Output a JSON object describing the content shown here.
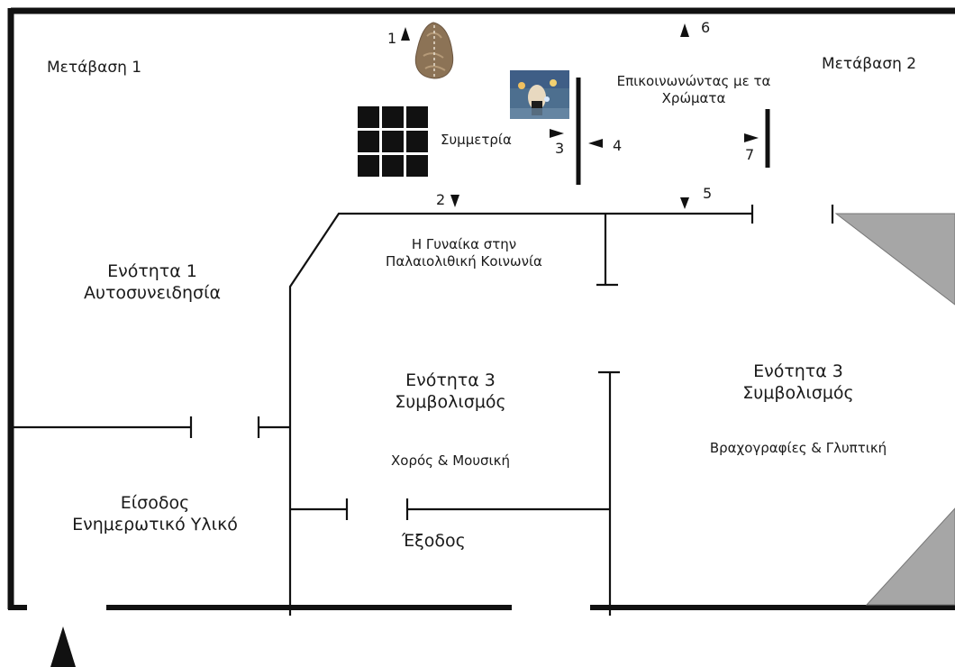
{
  "rooms": {
    "transition_1": "Μετάβαση 1",
    "transition_2": "Μετάβαση 2",
    "unit_1": {
      "title": "Ενότητα 1",
      "subtitle": "Αυτοσυνειδησία"
    },
    "entrance": {
      "title": "Είσοδος",
      "subtitle": "Ενημερωτικό Υλικό"
    },
    "unit_3_center": {
      "title": "Ενότητα 3",
      "subtitle": "Συμβολισμός",
      "topic": "Χορός & Μουσική"
    },
    "unit_3_right": {
      "title": "Ενότητα 3",
      "subtitle": "Συμβολισμός",
      "topic": "Βραχογραφίες & Γλυπτική"
    },
    "exit": "Έξοδος",
    "woman": {
      "line1": "Η Γυναίκα στην",
      "line2": "Παλαιολιθική Κοινωνία"
    }
  },
  "exhibits": {
    "symmetry": "Συμμετρία",
    "colors": {
      "line1": "Επικοινωνώντας με τα",
      "line2": "Χρώματα"
    }
  },
  "markers": [
    "1",
    "2",
    "3",
    "4",
    "5",
    "6",
    "7"
  ],
  "colors": {
    "walls": "#111111",
    "ramp": "#a6a6a6",
    "tiles": "#111111"
  }
}
